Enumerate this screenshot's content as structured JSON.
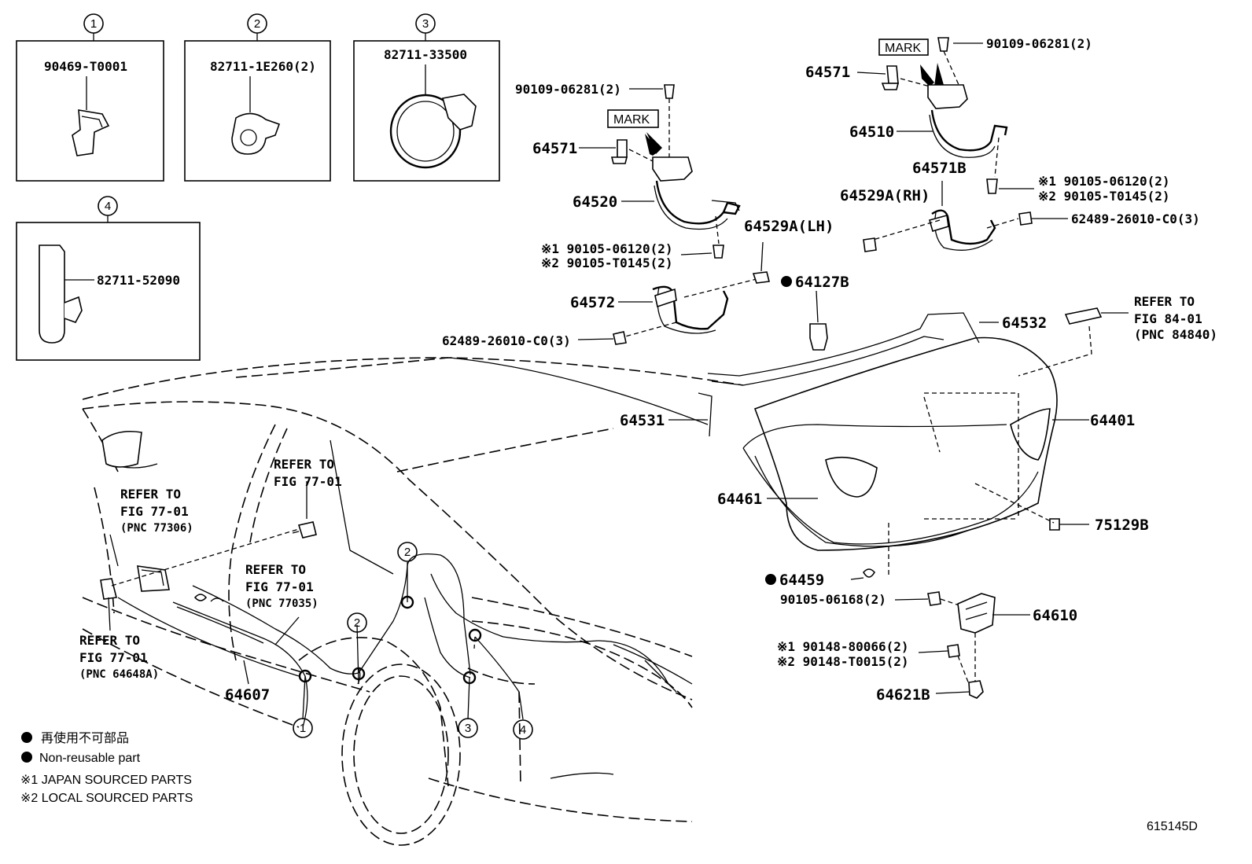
{
  "insets": [
    {
      "number": "1",
      "part": "90469-T0001"
    },
    {
      "number": "2",
      "part": "82711-1E260(2)"
    },
    {
      "number": "3",
      "part": "82711-33500"
    },
    {
      "number": "4",
      "part": "82711-52090"
    }
  ],
  "mark_label": "MARK",
  "callouts": {
    "c90109_left": "90109-06281(2)",
    "c90109_right": "90109-06281(2)",
    "c64571_left": "64571",
    "c64571_right": "64571",
    "c64520": "64520",
    "c64510": "64510",
    "c64571B": "64571B",
    "c90105_left_1": "※1 90105-06120(2)",
    "c90105_left_2": "※2 90105-T0145(2)",
    "c90105_right_1": "※1 90105-06120(2)",
    "c90105_right_2": "※2 90105-T0145(2)",
    "c64529A_LH": "64529A(LH)",
    "c64529A_RH": "64529A(RH)",
    "c62489_right": "62489-26010-C0(3)",
    "c62489_left": "62489-26010-C0(3)",
    "c64127B": "64127B",
    "c64572": "64572",
    "c64532": "64532",
    "c64531": "64531",
    "c64401": "64401",
    "c64461": "64461",
    "c75129B": "75129B",
    "c64459": "64459",
    "c90105_06168": "90105-06168(2)",
    "c64610": "64610",
    "c90148_1": "※1 90148-80066(2)",
    "c90148_2": "※2 90148-T0015(2)",
    "c64621B": "64621B",
    "c64607": "64607"
  },
  "refer_84": {
    "line1": "REFER TO",
    "line2": "FIG 84-01",
    "line3": "(PNC 84840)"
  },
  "refer_77306": {
    "line1": "REFER TO",
    "line2": "FIG 77-01",
    "line3": "(PNC 77306)"
  },
  "refer_top": {
    "line1": "REFER TO",
    "line2": "FIG 77-01"
  },
  "refer_77035": {
    "line1": "REFER TO",
    "line2": "FIG 77-01",
    "line3": "(PNC 77035)"
  },
  "refer_64648A": {
    "line1": "REFER TO",
    "line2": "FIG 77-01",
    "line3": "(PNC 64648A)"
  },
  "legend": {
    "jp": "再使用不可部品",
    "en": "Non-reusable part",
    "note1": "※1 JAPAN SOURCED PARTS",
    "note2": "※2 LOCAL SOURCED PARTS"
  },
  "figure_id": "615145D"
}
